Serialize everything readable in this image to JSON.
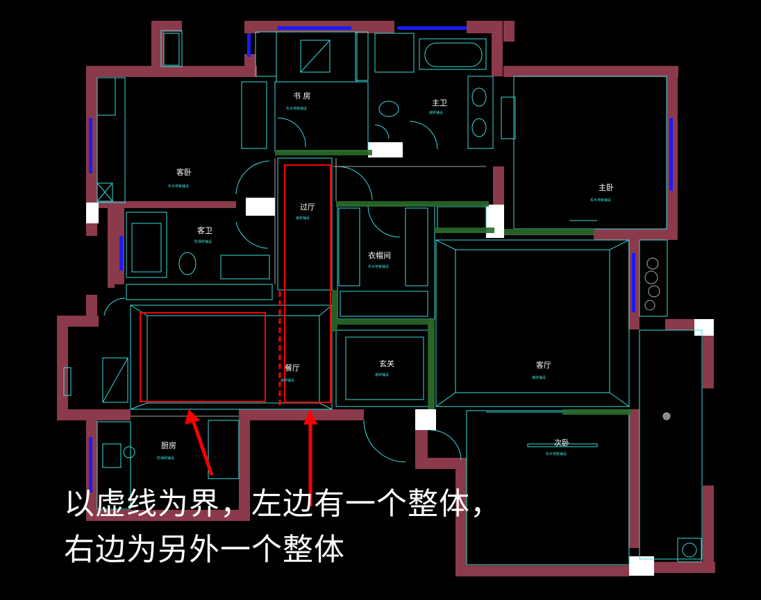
{
  "rooms": {
    "study": {
      "label": "书 房",
      "sub": "实木地板铺设"
    },
    "master_bath": {
      "label": "主卫",
      "sub": "瓷砖铺设"
    },
    "guest_bed": {
      "label": "客卧",
      "sub": "实木地板铺设"
    },
    "corridor": {
      "label": "过厅",
      "sub": "瓷砖铺设"
    },
    "master_bed": {
      "label": "主卧",
      "sub": "实木地板铺设"
    },
    "guest_bath": {
      "label": "客卫",
      "sub": "防滑砖铺设"
    },
    "closet": {
      "label": "衣帽间",
      "sub": "实木地板铺设"
    },
    "dining": {
      "label": "餐厅",
      "sub": "瓷砖铺设"
    },
    "foyer": {
      "label": "玄关",
      "sub": "瓷砖铺设"
    },
    "living": {
      "label": "客厅",
      "sub": "瓷砖铺设"
    },
    "kitchen": {
      "label": "厨房",
      "sub": "防滑砖铺设"
    },
    "second_bed": {
      "label": "次卧",
      "sub": "实木地板铺设"
    }
  },
  "caption": {
    "line1": "以虚线为界，左边有一个整体，",
    "line2": "右边为另外一个整体"
  },
  "colors": {
    "wall": "#8a3a4a",
    "line": "#38e0e0",
    "highlight": "#ff0000",
    "window": "#1a1aff"
  }
}
